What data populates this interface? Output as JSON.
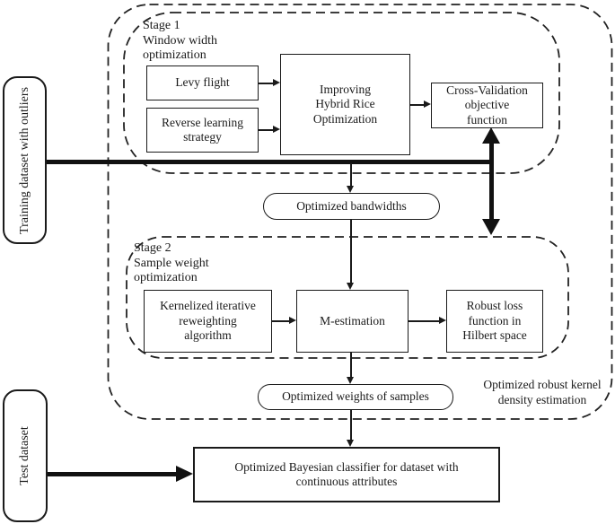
{
  "nodes": {
    "training": "Training dataset with outliers",
    "test": "Test dataset",
    "levy": "Levy flight",
    "reverse_learning": "Reverse learning strategy",
    "hybrid_rice": "Improving Hybrid Rice Optimization",
    "cross_validation": "Cross-Validation objective function",
    "bandwidths": "Optimized bandwidths",
    "kernelized": "Kernelized iterative reweighting algorithm",
    "m_estimation": "M-estimation",
    "robust_loss": "Robust loss function in Hilbert space",
    "weights": "Optimized weights of samples",
    "classifier": "Optimized Bayesian classifier for dataset with continuous attributes"
  },
  "labels": {
    "stage1": [
      "Stage 1",
      "Window width",
      "optimization"
    ],
    "stage2": [
      "Stage 2",
      "Sample weight",
      "optimization"
    ],
    "caption": [
      "Optimized robust kernel",
      "density estimation"
    ]
  },
  "colors": {
    "ink": "#1a1a1a",
    "background": "#ffffff"
  }
}
